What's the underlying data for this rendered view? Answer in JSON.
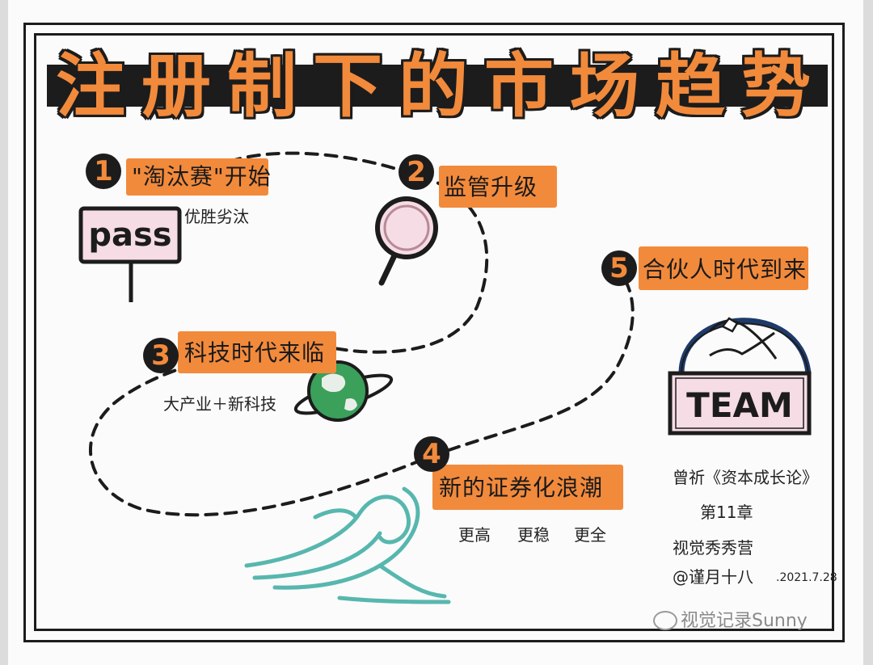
{
  "title": "注册制下的市场趋势",
  "steps": [
    {
      "num": "1",
      "label": "\"淘汰赛\"开始"
    },
    {
      "num": "2",
      "label": "监管升级"
    },
    {
      "num": "3",
      "label": "科技时代来临"
    },
    {
      "num": "4",
      "label": "新的证券化浪潮"
    },
    {
      "num": "5",
      "label": "合伙人时代到来"
    }
  ],
  "notes": {
    "pass_sign": "pass",
    "survival": "优胜劣汰",
    "industry": "大产业＋新科技",
    "wave_notes": [
      "更高",
      "更稳",
      "更全"
    ],
    "team_sign": "TEAM"
  },
  "credits": {
    "book": "曾祈《资本成长论》",
    "chapter": "第11章",
    "tagline": "视觉秀秀营",
    "author": "@谨月十八",
    "date": ".2021.7.28"
  },
  "watermark": "视觉记录Sunny",
  "colors": {
    "orange": "#f28a3c",
    "ink": "#1c1c1c",
    "pink": "#f6dce4",
    "teal": "#57b7ae",
    "green": "#3aa05a",
    "navy": "#1e3a6a"
  },
  "icons": [
    "magnifier-icon",
    "globe-icon",
    "wave-icon",
    "handshake-icon",
    "wechat-icon"
  ]
}
